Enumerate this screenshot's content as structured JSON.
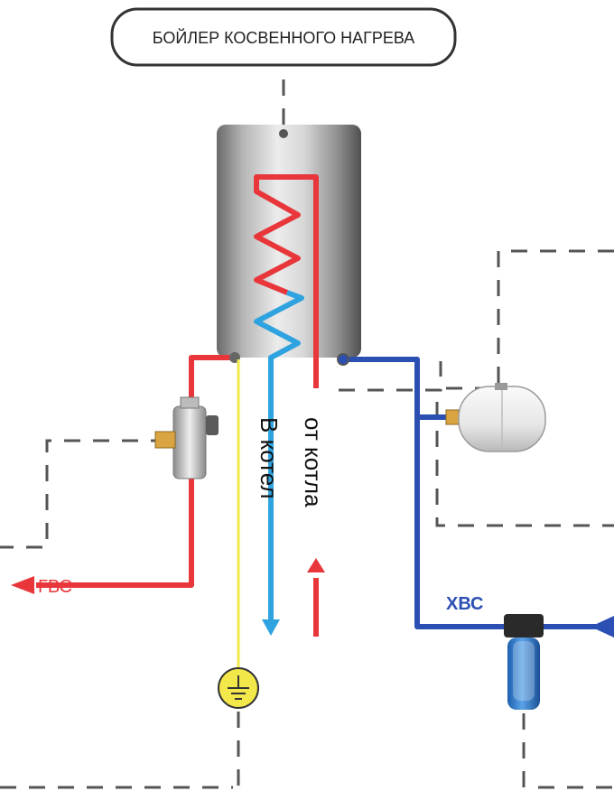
{
  "title": "БОЙЛЕР КОСВЕННОГО НАГРЕВА",
  "labels": {
    "to_boiler": "В котел",
    "from_boiler": "от котла",
    "hot_water": "ГВС",
    "cold_water": "ХВС"
  },
  "colors": {
    "hot": "#e8363a",
    "return": "#2ea3df",
    "cold": "#2b4fb2",
    "ground": "#f3e84a",
    "dash": "#555555",
    "tank_dark": "#5e5e5e",
    "tank_light": "#e9e9e9"
  },
  "icons": [
    "ground-symbol-icon",
    "expansion-tank-icon",
    "mixing-valve-icon",
    "water-filter-icon"
  ]
}
